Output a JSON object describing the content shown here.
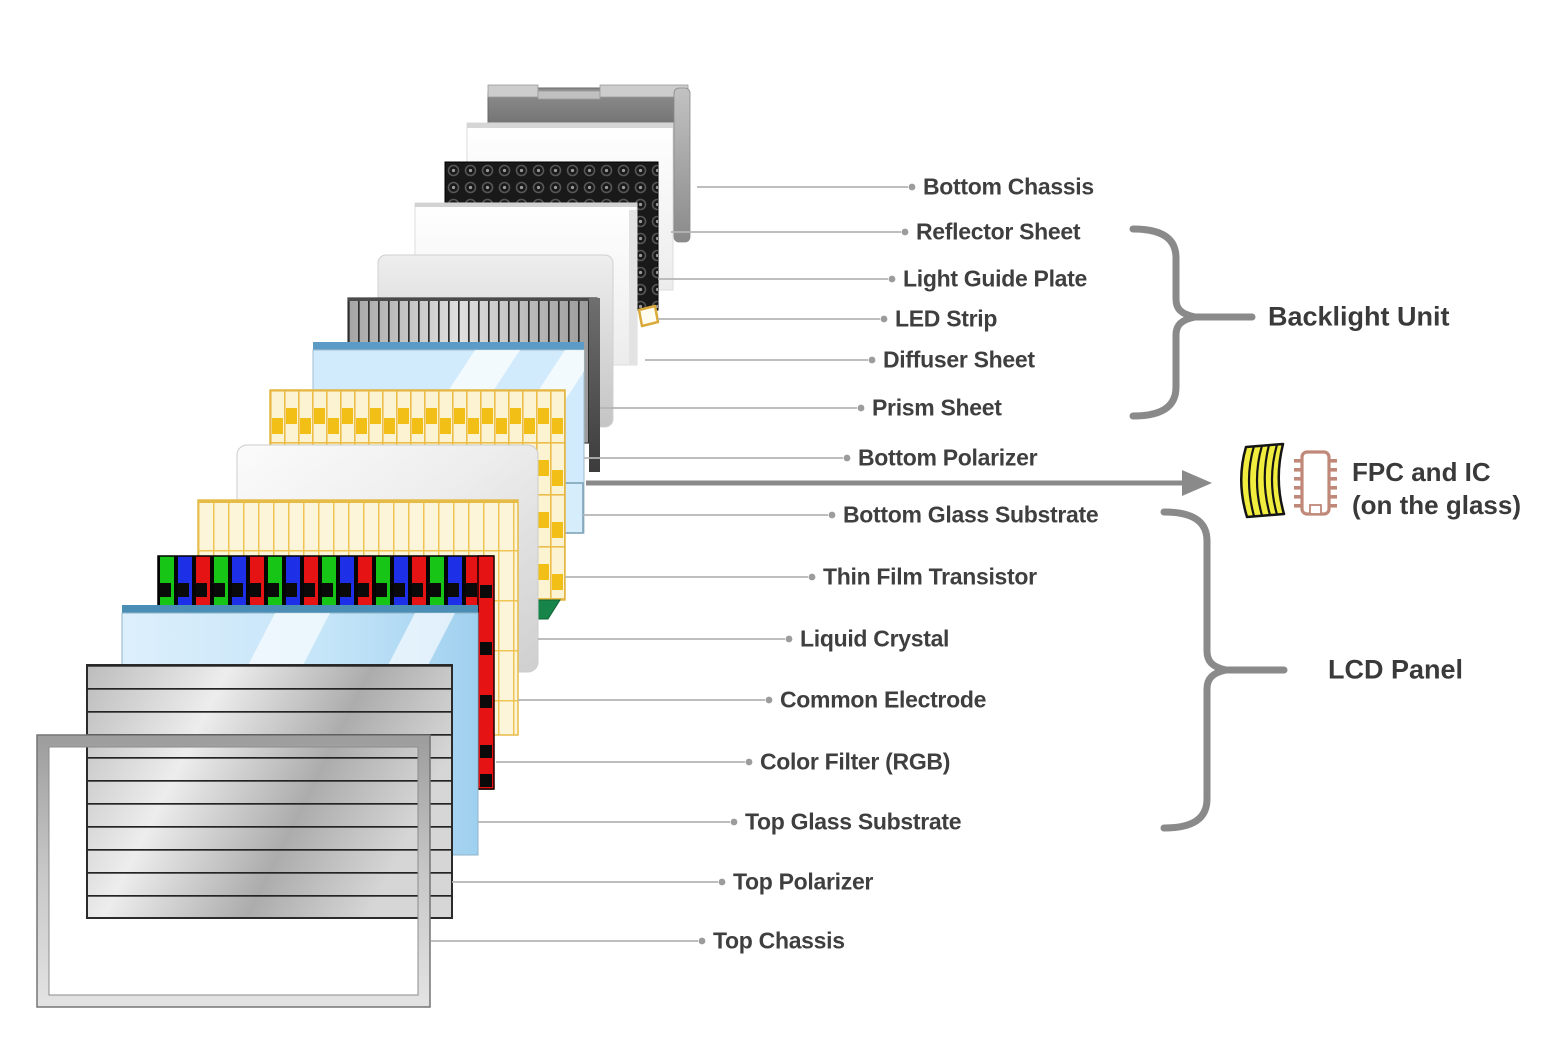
{
  "layers": [
    {
      "id": "bottom-chassis",
      "label": "Bottom Chassis"
    },
    {
      "id": "reflector-sheet",
      "label": "Reflector Sheet"
    },
    {
      "id": "light-guide-plate",
      "label": "Light Guide Plate"
    },
    {
      "id": "led-strip",
      "label": "LED Strip"
    },
    {
      "id": "diffuser-sheet",
      "label": "Diffuser Sheet"
    },
    {
      "id": "prism-sheet",
      "label": "Prism Sheet"
    },
    {
      "id": "bottom-polarizer",
      "label": "Bottom Polarizer"
    },
    {
      "id": "bottom-glass-substrate",
      "label": "Bottom Glass Substrate"
    },
    {
      "id": "thin-film-transistor",
      "label": "Thin Film Transistor"
    },
    {
      "id": "liquid-crystal",
      "label": "Liquid Crystal"
    },
    {
      "id": "common-electrode",
      "label": "Common Electrode"
    },
    {
      "id": "color-filter-rgb",
      "label": "Color Filter (RGB)"
    },
    {
      "id": "top-glass-substrate",
      "label": "Top Glass Substrate"
    },
    {
      "id": "top-polarizer",
      "label": "Top Polarizer"
    },
    {
      "id": "top-chassis",
      "label": "Top Chassis"
    }
  ],
  "groups": {
    "backlight_unit": "Backlight Unit",
    "lcd_panel": "LCD Panel"
  },
  "fpc_note": {
    "line1": "FPC and IC",
    "line2": "(on the glass)"
  },
  "colors": {
    "label_text": "#3f3f3f",
    "leader_line": "#b5b5b5",
    "brace_and_arrow": "#8a8a8a",
    "fpc_yellow": "#F1ED3E",
    "ic_outline": "#C08878",
    "glass_blue": "#d2ebfc",
    "glass_edge_blue": "#5c9bc6",
    "grid_gold": "#F2BF17",
    "grid_cream": "#FCF3D2",
    "filter_green": "#17C517",
    "filter_blue": "#1E2FE8",
    "filter_red": "#E51313",
    "tft_corner_green": "#17854A"
  }
}
